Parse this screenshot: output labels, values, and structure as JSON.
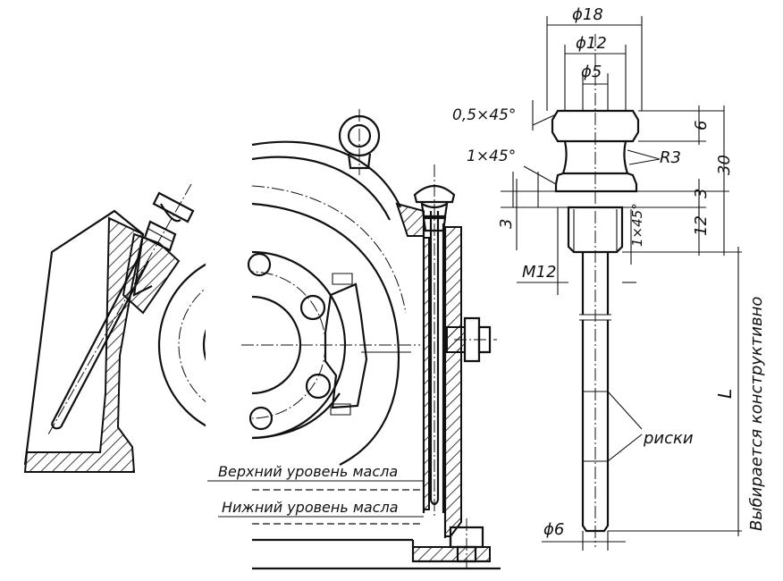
{
  "labels": {
    "upper_oil_level": "Верхний уровень масла",
    "lower_oil_level": "Нижний уровень масла",
    "dim_d18": "ϕ18",
    "dim_d12": "ϕ12",
    "dim_d5": "ϕ5",
    "dim_d6": "ϕ6",
    "chamfer_top": "0,5×45°",
    "chamfer_mid": "1×45°",
    "chamfer_thread": "1×45°",
    "radius": "R3",
    "thread": "M12",
    "dim_6": "6",
    "dim_30": "30",
    "dim_3_right": "3",
    "dim_3_left": "3",
    "dim_12": "12",
    "length": "L",
    "length_note": "Выбирается конструктивно",
    "marks": "риски"
  }
}
